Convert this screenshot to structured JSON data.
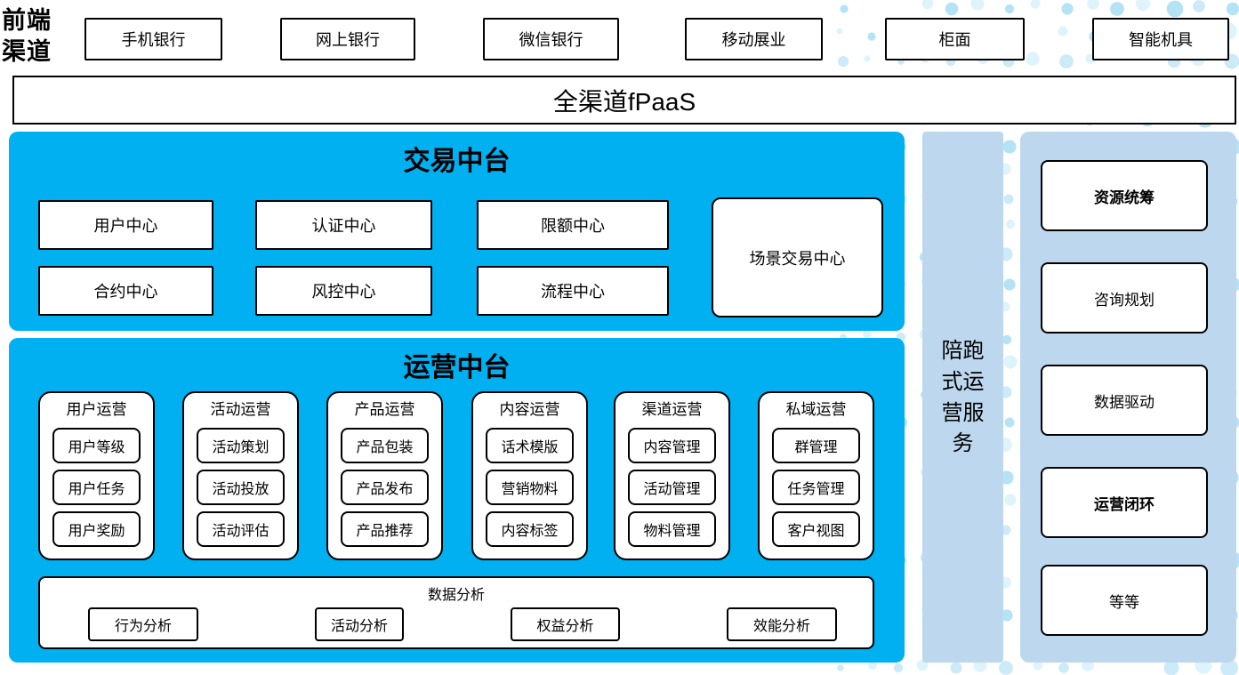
{
  "colors": {
    "platform_blue": "#00b0f0",
    "panel_light_blue": "#bdd7ee",
    "dot_light": "#def3fb",
    "dot_mid": "#cdeaf8",
    "dot_dark": "#b5e3f6"
  },
  "front_channels": {
    "label": "前端渠道",
    "items": [
      "手机银行",
      "网上银行",
      "微信银行",
      "移动展业",
      "柜面",
      "智能机具"
    ]
  },
  "fpaas": {
    "label": "全渠道fPaaS"
  },
  "trade_platform": {
    "title": "交易中台",
    "row1": [
      "用户中心",
      "认证中心",
      "限额中心"
    ],
    "row2": [
      "合约中心",
      "风控中心",
      "流程中心"
    ],
    "tall_item": "场景交易中心"
  },
  "operation_platform": {
    "title": "运营中台",
    "columns": [
      {
        "title": "用户运营",
        "items": [
          "用户等级",
          "用户任务",
          "用户奖励"
        ]
      },
      {
        "title": "活动运营",
        "items": [
          "活动策划",
          "活动投放",
          "活动评估"
        ]
      },
      {
        "title": "产品运营",
        "items": [
          "产品包装",
          "产品发布",
          "产品推荐"
        ]
      },
      {
        "title": "内容运营",
        "items": [
          "话术模版",
          "营销物料",
          "内容标签"
        ]
      },
      {
        "title": "渠道运营",
        "items": [
          "内容管理",
          "活动管理",
          "物料管理"
        ]
      },
      {
        "title": "私域运营",
        "items": [
          "群管理",
          "任务管理",
          "客户视图"
        ]
      }
    ],
    "analysis": {
      "title": "数据分析",
      "items": [
        "行为分析",
        "活动分析",
        "权益分析",
        "效能分析"
      ]
    }
  },
  "side_bar": {
    "label": "陪跑式运营服务"
  },
  "right_panel": {
    "items": [
      "资源统筹",
      "咨询规划",
      "数据驱动",
      "运营闭环",
      "等等"
    ]
  }
}
